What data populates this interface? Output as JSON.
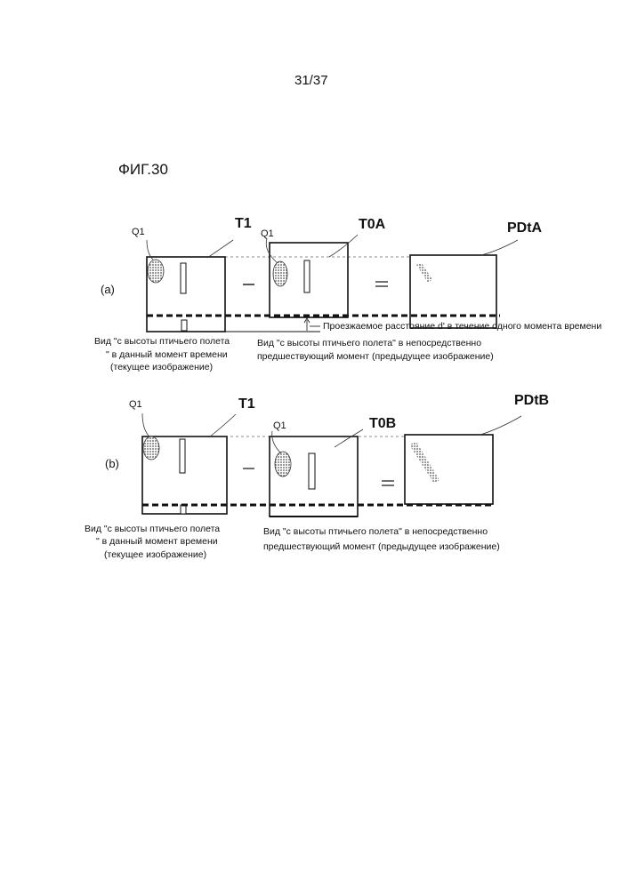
{
  "page_number": "31/37",
  "figure_title": "ФИГ.30",
  "panels": [
    {
      "row_label": "(a)",
      "current_frame": "T1",
      "previous_frame": "T0A",
      "result_frame": "PDtA",
      "object_label_current": "Q1",
      "object_label_previous": "Q1",
      "operator_minus": "−",
      "operator_equals": "=",
      "distance_annotation": "Проезжаемое расстояние d' в течение одного момента времени",
      "caption_current": [
        "Вид \"с высоты птичьего полета",
        "\" в данный момент времени",
        "(текущее изображение)"
      ],
      "caption_previous": [
        "Вид \"с высоты птичьего полета\" в непосредственно",
        "предшествующий момент (предыдущее изображение)"
      ]
    },
    {
      "row_label": "(b)",
      "current_frame": "T1",
      "previous_frame": "T0B",
      "result_frame": "PDtB",
      "object_label_current": "Q1",
      "object_label_previous": "Q1",
      "operator_minus": "−",
      "operator_equals": "=",
      "caption_current": [
        "Вид \"с высоты птичьего полета",
        "\" в данный момент времени",
        "(текущее изображение)"
      ],
      "caption_previous": [
        "Вид \"с высоты птичьего полета\" в непосредственно",
        "предшествующий момент (предыдущее изображение)"
      ]
    }
  ]
}
